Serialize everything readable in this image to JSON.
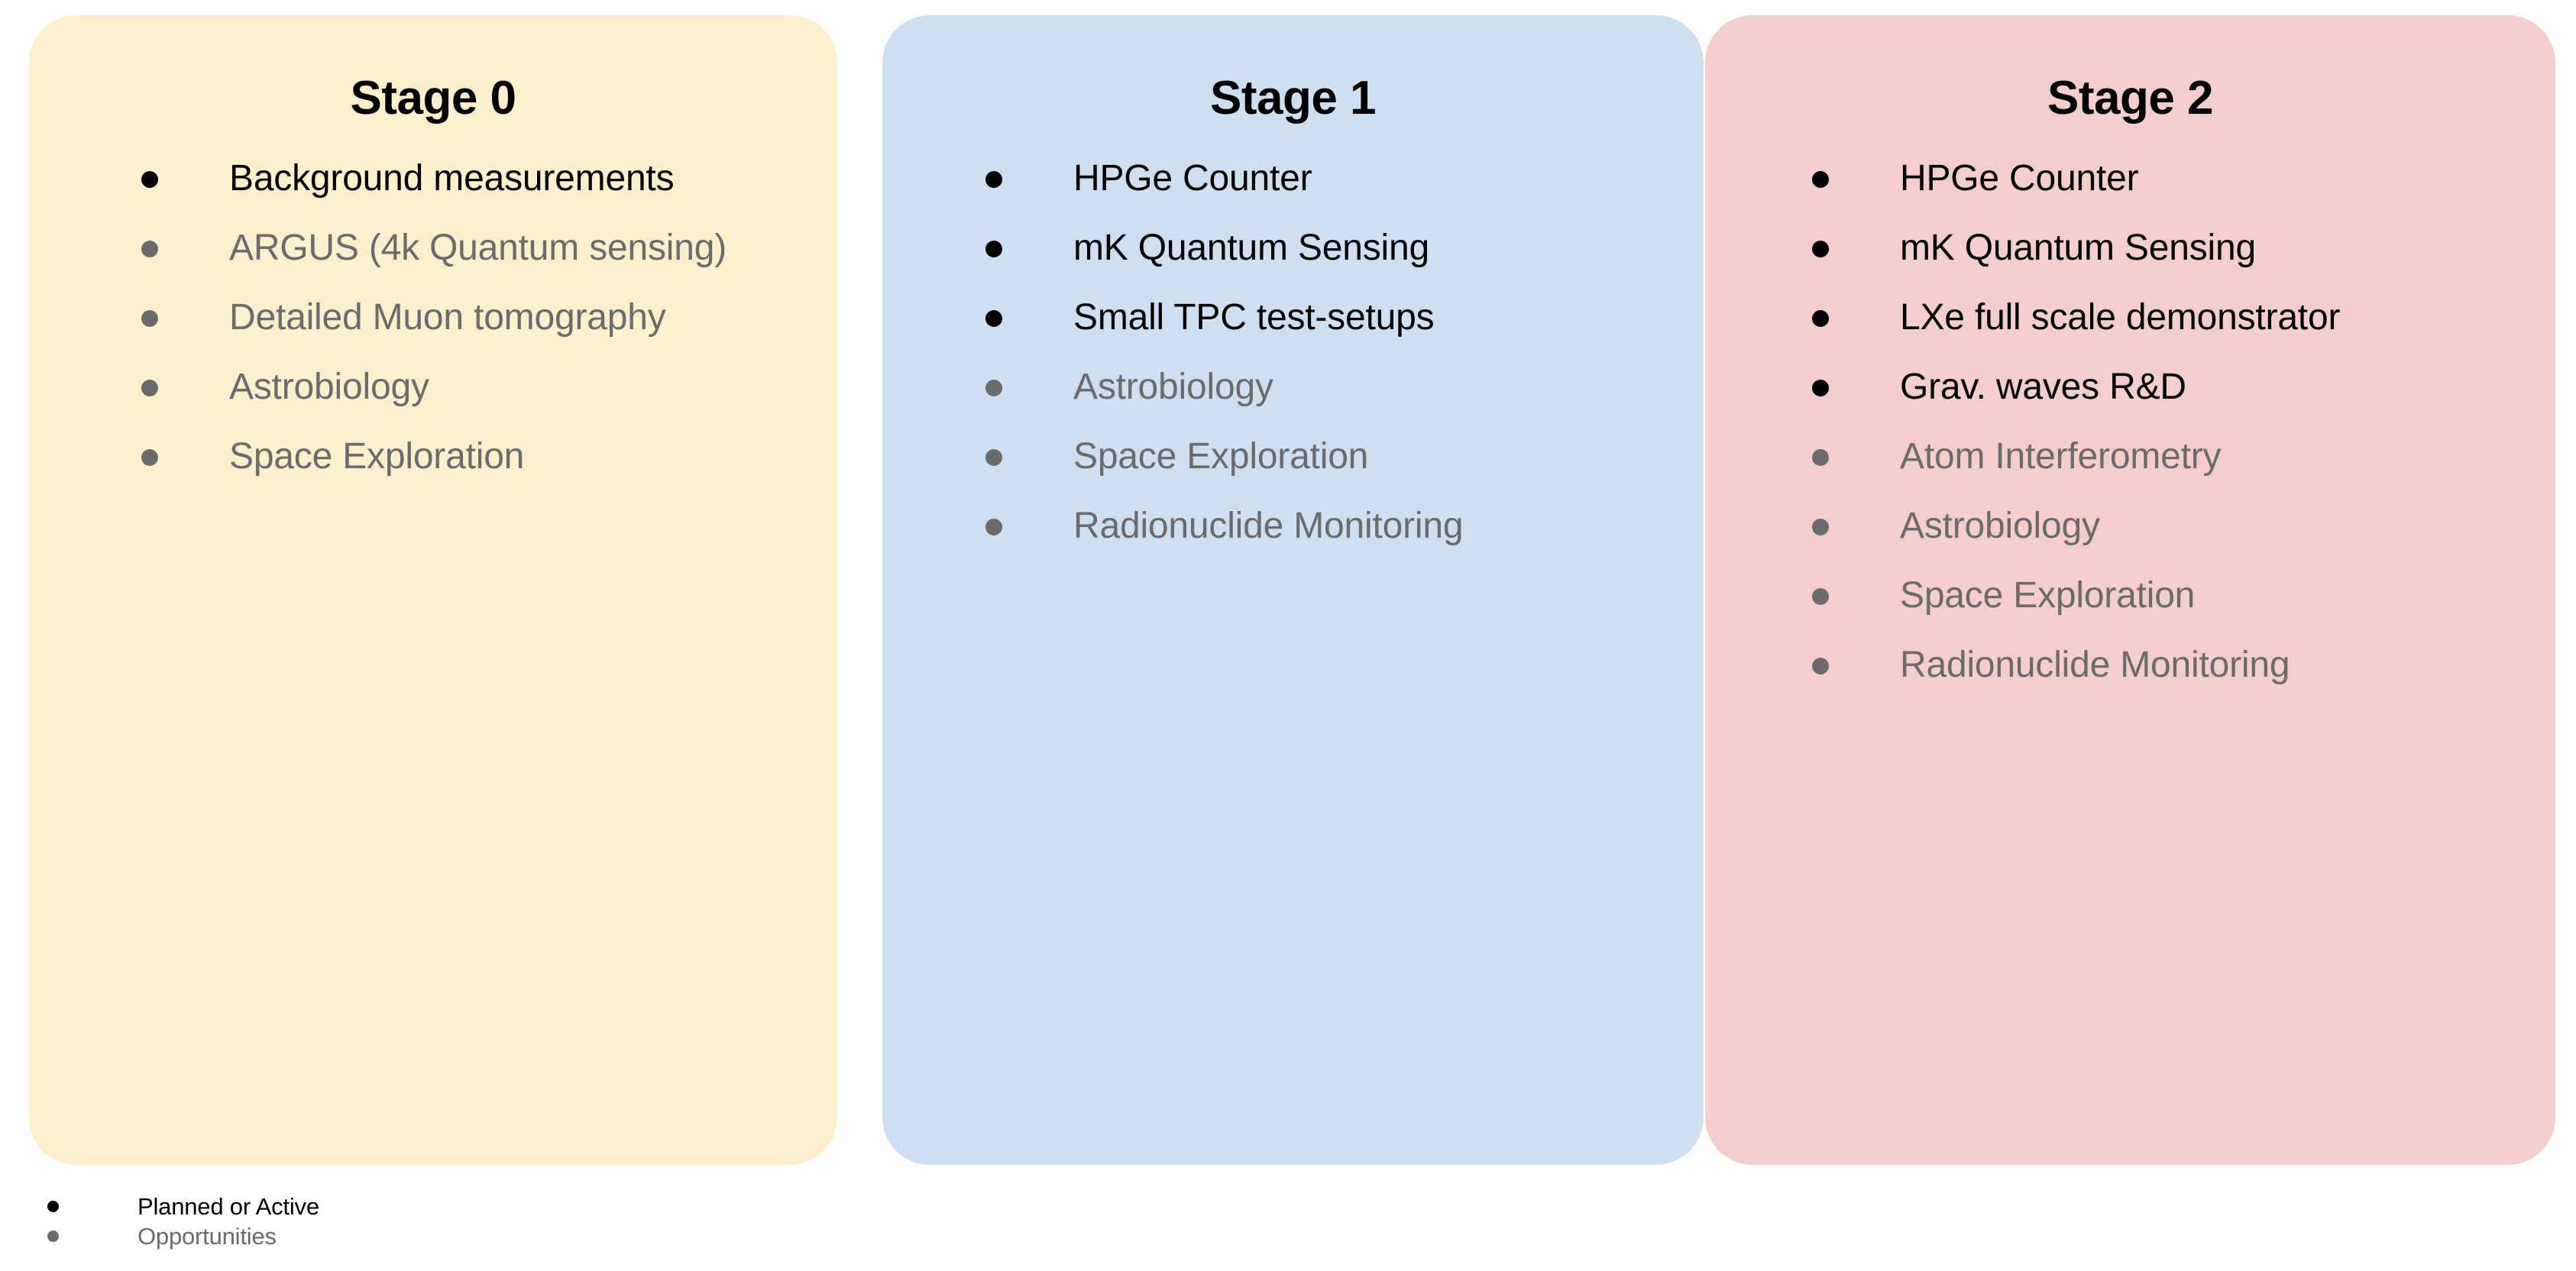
{
  "stages": [
    {
      "id": "stage-0",
      "title": "Stage 0",
      "color": "#FCEFCB",
      "items": [
        {
          "label": "Background measurements",
          "status": "planned"
        },
        {
          "label": "ARGUS (4k Quantum sensing)",
          "status": "opportunity"
        },
        {
          "label": "Detailed Muon tomography",
          "status": "opportunity"
        },
        {
          "label": "Astrobiology",
          "status": "opportunity"
        },
        {
          "label": "Space Exploration",
          "status": "opportunity"
        }
      ]
    },
    {
      "id": "stage-1",
      "title": "Stage 1",
      "color": "#CDDFF1",
      "items": [
        {
          "label": "HPGe Counter",
          "status": "planned"
        },
        {
          "label": "mK Quantum Sensing",
          "status": "planned"
        },
        {
          "label": "Small TPC test-setups",
          "status": "planned"
        },
        {
          "label": "Astrobiology",
          "status": "opportunity"
        },
        {
          "label": "Space Exploration",
          "status": "opportunity"
        },
        {
          "label": "Radionuclide Monitoring",
          "status": "opportunity"
        }
      ]
    },
    {
      "id": "stage-2",
      "title": "Stage 2",
      "color": "#F4CDCD",
      "items": [
        {
          "label": "HPGe Counter",
          "status": "planned"
        },
        {
          "label": "mK Quantum Sensing",
          "status": "planned"
        },
        {
          "label": "LXe full scale demonstrator",
          "status": "planned"
        },
        {
          "label": "Grav. waves R&D",
          "status": "planned"
        },
        {
          "label": "Atom Interferometry",
          "status": "opportunity"
        },
        {
          "label": "Astrobiology",
          "status": "opportunity"
        },
        {
          "label": "Space Exploration",
          "status": "opportunity"
        },
        {
          "label": "Radionuclide Monitoring",
          "status": "opportunity"
        }
      ]
    }
  ],
  "legend": {
    "entries": [
      {
        "label": "Planned or Active",
        "status": "planned",
        "color": "#000000"
      },
      {
        "label": "Opportunities",
        "status": "opportunity",
        "color": "#6b6b6b"
      }
    ]
  }
}
